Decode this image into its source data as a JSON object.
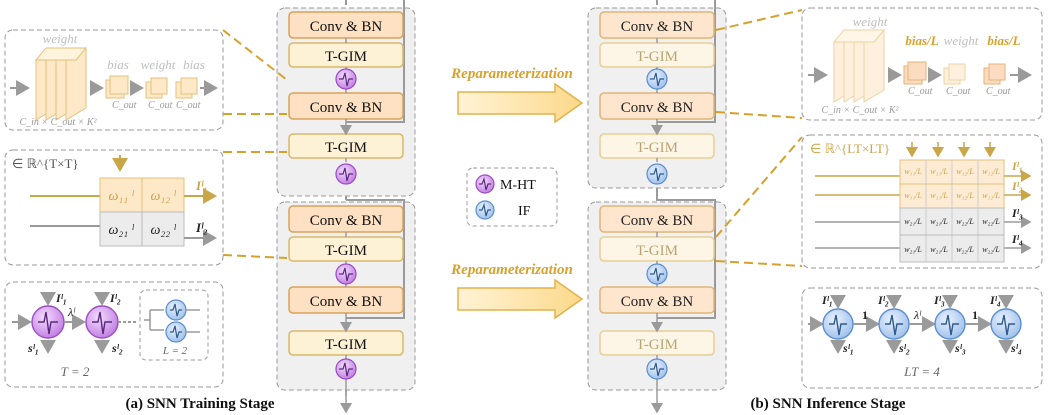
{
  "labels": {
    "conv_bn": "Conv & BN",
    "tgim": "T-GIM",
    "reparam": "Reparameterization",
    "caption_a": "(a) SNN Training Stage",
    "caption_b": "(b) SNN Inference Stage"
  },
  "legend": [
    {
      "label": "M-HT",
      "color": "#b35fd6"
    },
    {
      "label": "IF",
      "color": "#5b8fd1"
    }
  ],
  "training": {
    "weight_label": "weight",
    "bias_label": "bias",
    "weight2_label": "weight",
    "bias2_label": "bias",
    "dim_in": "C_in × C_out × K²",
    "dim_out1": "C_out",
    "dim_out2": "C_out",
    "dim_out3": "C_out",
    "space": "∈ ℝ^{T×T}",
    "m11": "ω₁₁ ˡ",
    "m12": "ω₁₂ ˡ",
    "m21": "ω₂₁ ˡ",
    "m22": "ω₂₂ ˡ",
    "out1": "Iˡ₁",
    "out2": "Iˡ₂",
    "neuron_in1": "Iˡ₁",
    "neuron_in2": "Iˡ₂",
    "lambda": "λˡ",
    "s1": "sˡ₁",
    "s2": "sˡ₂",
    "T_eq": "T = 2",
    "L_eq": "L = 2"
  },
  "inference": {
    "weight_label": "weight",
    "bias_label": "bias/L",
    "weight2_label": "weight",
    "bias2_label": "bias/L",
    "dim_in": "C_in × C_out × K²",
    "dim_out1": "C_out",
    "dim_out2": "C_out",
    "dim_out3": "C_out",
    "space": "∈ ℝ^{LT×LT}",
    "outs": [
      "Iˡ₁",
      "Iˡ₂",
      "Iˡ₃",
      "Iˡ₄"
    ],
    "neuron_in": [
      "Iˡ₁",
      "Iˡ₂",
      "Iˡ₃",
      "Iˡ₄"
    ],
    "between": [
      "1",
      "λˡ",
      "1"
    ],
    "spikes": [
      "sˡ₁",
      "sˡ₂",
      "sˡ₃",
      "sˡ₄"
    ],
    "LT_eq": "LT = 4"
  }
}
